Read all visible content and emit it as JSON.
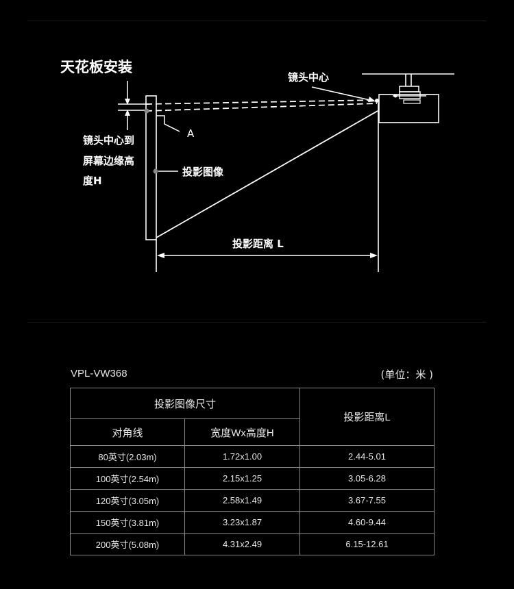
{
  "diagram": {
    "title": "天花板安装",
    "lens_center_label": "镜头中心",
    "height_label_lines": [
      "镜头中心到",
      "屏幕边缘高",
      "度H"
    ],
    "a_label": "A",
    "image_label": "投影图像",
    "distance_label": "投影距离 L"
  },
  "spec": {
    "model": "VPL-VW368",
    "unit": "(单位：米 )",
    "header": {
      "image_size": "投影图像尺寸",
      "diagonal": "对角线",
      "width_height": "宽度Wx高度H",
      "distance": "投影距离L"
    },
    "rows": [
      {
        "diagonal": "80英寸(2.03m)",
        "wh": "1.72x1.00",
        "distance": "2.44-5.01"
      },
      {
        "diagonal": "100英寸(2.54m)",
        "wh": "2.15x1.25",
        "distance": "3.05-6.28"
      },
      {
        "diagonal": "120英寸(3.05m)",
        "wh": "2.58x1.49",
        "distance": "3.67-7.55"
      },
      {
        "diagonal": "150英寸(3.81m)",
        "wh": "3.23x1.87",
        "distance": "4.60-9.44"
      },
      {
        "diagonal": "200英寸(5.08m)",
        "wh": "4.31x2.49",
        "distance": "6.15-12.61"
      }
    ]
  },
  "colors": {
    "background": "#000000",
    "line": "#ffffff",
    "table_border": "#8a8a8a"
  }
}
